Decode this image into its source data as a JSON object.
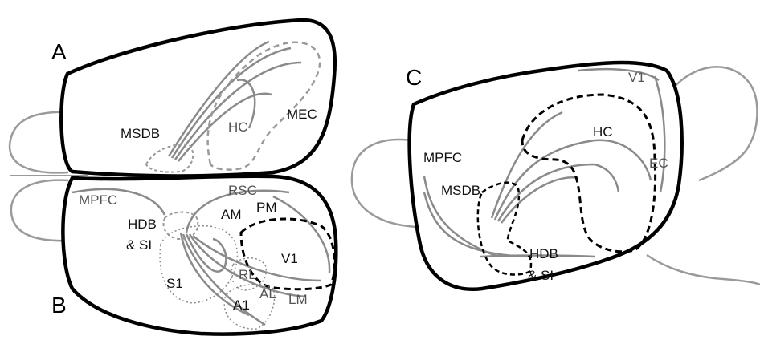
{
  "panels": {
    "a": {
      "letter": "A",
      "labels": {
        "msdb": "MSDB",
        "hc": "HC",
        "mec": "MEC"
      }
    },
    "b": {
      "letter": "B",
      "labels": {
        "mpfc": "MPFC",
        "hdb_line1": "HDB",
        "hdb_line2": "& SI",
        "rsc": "RSC",
        "am": "AM",
        "pm": "PM",
        "v1": "V1",
        "s1": "S1",
        "rl": "RL",
        "al": "AL",
        "a1": "A1",
        "lm": "LM"
      }
    },
    "c": {
      "letter": "C",
      "labels": {
        "v1": "V1",
        "hc": "HC",
        "mpfc": "MPFC",
        "ec": "EC",
        "msdb": "MSDB",
        "hdb_line1": "HDB",
        "hdb_line2": "& SI"
      }
    }
  },
  "colors": {
    "outline": "#000000",
    "tract": "#8a8a8a",
    "faint_outline": "#9a9a9a",
    "dashed_region_dark": "#000000",
    "dashed_region_gray": "#9a9a9a"
  }
}
